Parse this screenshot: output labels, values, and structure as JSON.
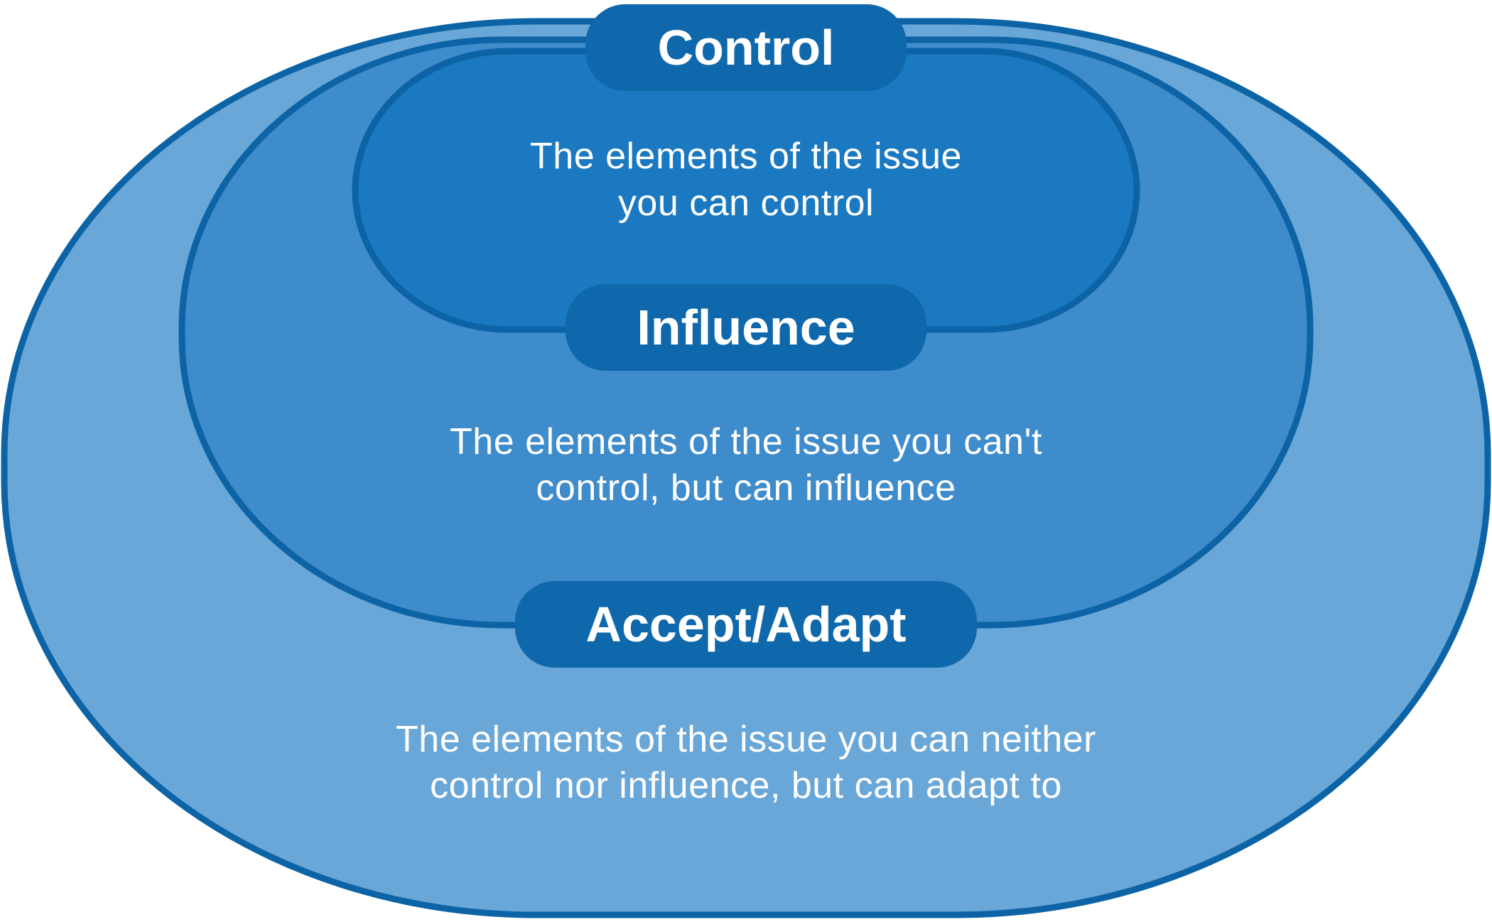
{
  "diagram": {
    "background_color": "#ffffff",
    "stroke_color": "#0c63a5",
    "pill_fill": "#0f68ac",
    "label_text_color": "#ffffff",
    "description_text_color": "#ffffff",
    "rings": [
      {
        "label": "Control",
        "fill": "#1b79c1",
        "description_line1": "The elements of the issue",
        "description_line2": "you can control"
      },
      {
        "label": "Influence",
        "fill": "#3e8ccb",
        "description_line1": "The elements of the issue you can't",
        "description_line2": "control, but can influence"
      },
      {
        "label": "Accept/Adapt",
        "fill": "#69a7d8",
        "description_line1": "The elements of the issue you can neither",
        "description_line2": "control nor influence, but can adapt to"
      }
    ]
  }
}
